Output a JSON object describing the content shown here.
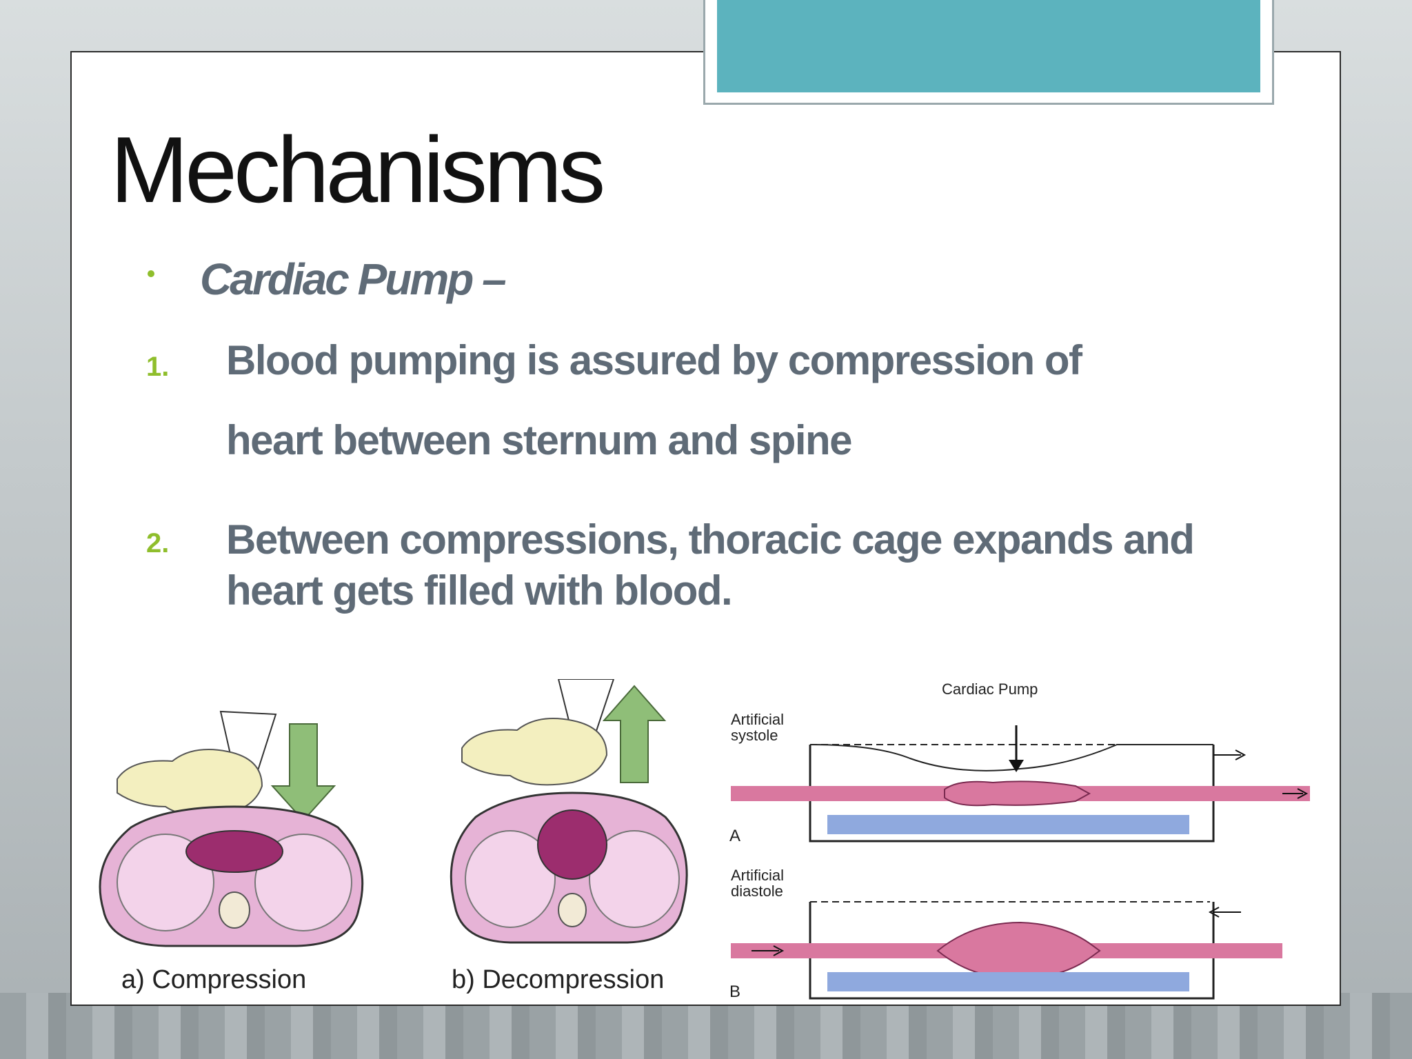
{
  "slide": {
    "title": "Mechanisms",
    "subheading": "Cardiac Pump –",
    "items": [
      {
        "number": "1.",
        "line1": "Blood pumping is assured by compression of",
        "line2": "heart between  sternum and spine"
      },
      {
        "number": "2.",
        "line1": "Between compressions, thoracic cage expands and",
        "line2": "heart gets filled with blood."
      }
    ]
  },
  "figure": {
    "caption_a": "a) Compression",
    "caption_b": "b) Decompression",
    "diagram_title": "Cardiac Pump",
    "systole_label": "Artificial\nsystole",
    "diastole_label": "Artificial\ndiastole",
    "label_a": "A",
    "label_b": "B"
  },
  "colors": {
    "accent": "#5cb3be",
    "bullet": "#8fbe2c",
    "body_text": "#5f6b77",
    "vessel": "#d9789f",
    "spine_bar": "#8fa9de",
    "arrow_green": "#8fbe78"
  }
}
